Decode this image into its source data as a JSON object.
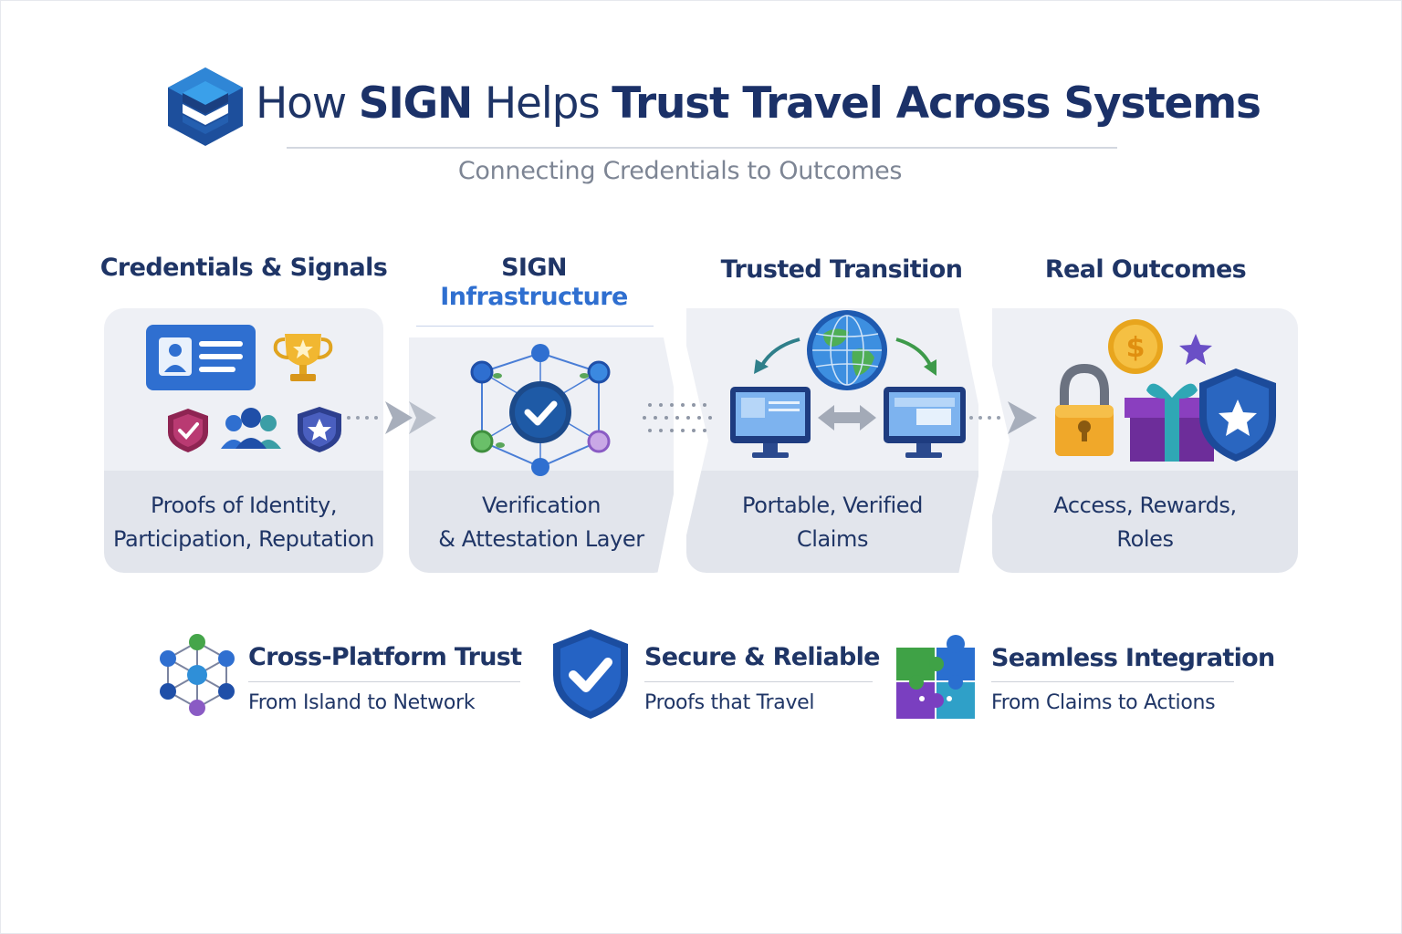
{
  "header": {
    "title_parts": [
      "How ",
      "SIGN",
      " Helps ",
      "Trust Travel Across Systems"
    ],
    "subtitle": "Connecting Credentials to Outcomes"
  },
  "columns": [
    {
      "heading": "Credentials & Signals",
      "caption": [
        "Proofs of Identity,",
        "Participation, Reputation"
      ]
    },
    {
      "heading": [
        "SIGN",
        "Infrastructure"
      ],
      "caption": [
        "Verification",
        "& Attestation Layer"
      ]
    },
    {
      "heading": "Trusted Transition",
      "caption": [
        "Portable, Verified",
        "Claims"
      ]
    },
    {
      "heading": "Real Outcomes",
      "caption": [
        "Access, Rewards,",
        "Roles"
      ]
    }
  ],
  "features": [
    {
      "title": "Cross-Platform Trust",
      "subtitle": "From Island to Network",
      "icon": "network-icon"
    },
    {
      "title": "Secure & Reliable",
      "subtitle": "Proofs that Travel",
      "icon": "shield-check-icon"
    },
    {
      "title": "Seamless Integration",
      "subtitle": "From Claims to Actions",
      "icon": "puzzle-icon"
    }
  ],
  "colors": {
    "navy": "#1f3566",
    "accent_blue": "#2f6fd0",
    "panel_light": "#eef0f5",
    "panel_dark": "#e2e5ec",
    "muted": "#7d8594"
  }
}
